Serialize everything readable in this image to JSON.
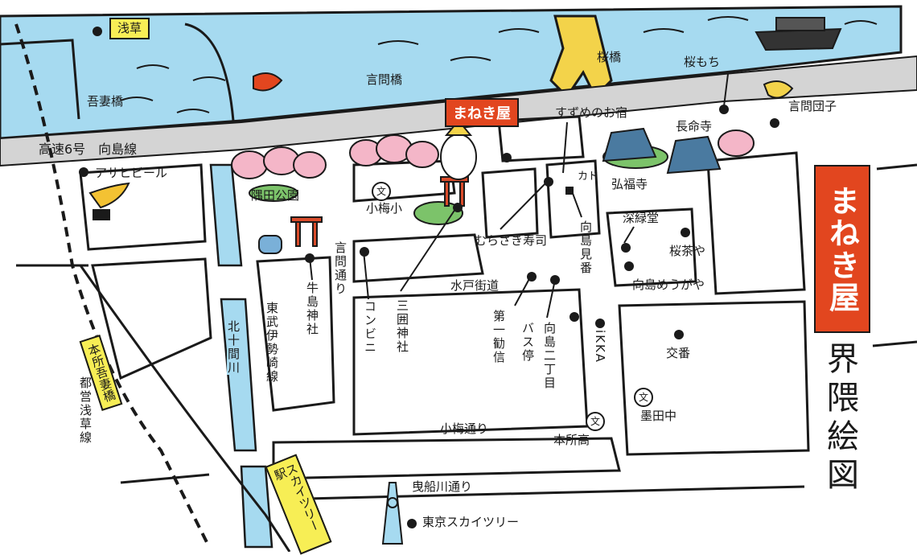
{
  "colors": {
    "river": "#a6daf0",
    "road_band": "#d4d4d4",
    "sakura": "#f4b6c8",
    "green": "#7cc36a",
    "brand_red": "#e2461f",
    "sign_yellow": "#f7ee55",
    "bridge_yellow": "#f3d34a"
  },
  "brand": {
    "name_horizontal": "まねき屋",
    "name_vertical": "まねき屋",
    "map_title": "界隈絵図"
  },
  "stations": {
    "asakusa": "浅草",
    "honjo_azumabashi": "本所吾妻橋",
    "skytree_station": "スカイツリー駅"
  },
  "roads": {
    "expressway": "高速6号　向島線",
    "kototoi_dori": "言問通り",
    "mito_kaido": "水戸街道",
    "koume_dori": "小梅通り",
    "hikifune_dori": "曳船川通り"
  },
  "rail_lines": {
    "tobu_isesaki": "東武伊勢崎線",
    "toei_asakusa": "都営浅草線"
  },
  "rivers": {
    "kitajukken": "北十間川"
  },
  "bridges": {
    "azuma": "吾妻橋",
    "kototoi": "言問橋",
    "sakura": "桜橋"
  },
  "places": {
    "asahi_beer": "アサヒビール",
    "sumida_park": "隅田公園",
    "koume_elementary": "小梅小",
    "ushijima_shrine": "牛島神社",
    "convenience_store": "コンビニ",
    "mimeguri_shrine": "三囲神社",
    "suzume_no_oyado": "すずめのお宿",
    "murasaki_sushi": "むらさき寿司",
    "kado": "カド",
    "mukojima_kenban": "向島見番",
    "sakura_mochi": "桜もち",
    "chomeiji": "長命寺",
    "kofukuji": "弘福寺",
    "kototoi_dango": "言問団子",
    "shinryokudo": "深緑堂",
    "sakura_chaya": "桜茶や",
    "mukojima_meugaya": "向島めうがや",
    "daiichi_kangyo": "第一勧信",
    "bus_stop": "バス停",
    "mukojima_2chome": "向島二丁目",
    "ikka": "iKKA",
    "koban": "交番",
    "sumida_middle": "墨田中",
    "honjo_high": "本所高",
    "tokyo_skytree": "東京スカイツリー"
  },
  "school_symbol": "文"
}
